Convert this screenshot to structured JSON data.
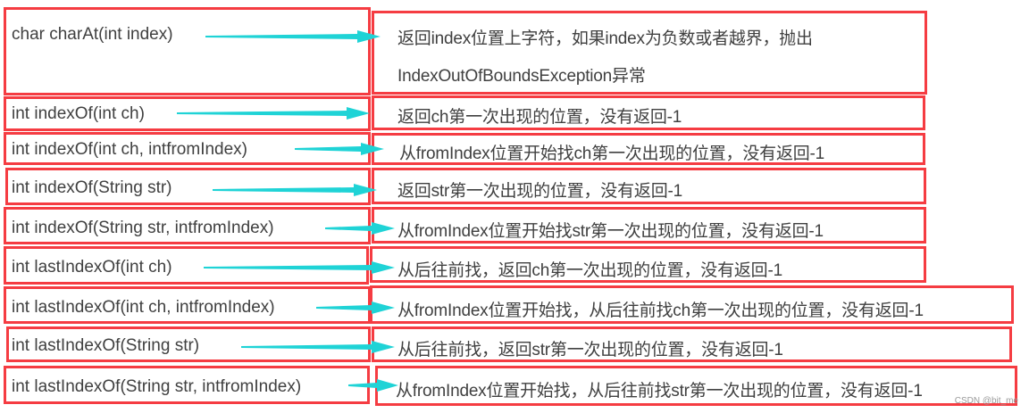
{
  "colors": {
    "box_border": "#f53c42",
    "arrow": "#1fd3d6",
    "text": "#404040"
  },
  "rows": [
    {
      "signature": "char charAt(int index)",
      "description_lines": [
        "返回index位置上字符，如果index为负数或者越界，抛出",
        "IndexOutOfBoundsException异常"
      ]
    },
    {
      "signature": "int indexOf(int ch)",
      "description_lines": [
        "返回ch第一次出现的位置，没有返回-1"
      ]
    },
    {
      "signature": "int indexOf(int ch, intfromIndex)",
      "description_lines": [
        "从fromIndex位置开始找ch第一次出现的位置，没有返回-1"
      ]
    },
    {
      "signature": "int indexOf(String str)",
      "description_lines": [
        "返回str第一次出现的位置，没有返回-1"
      ]
    },
    {
      "signature": "int indexOf(String str, intfromIndex)",
      "description_lines": [
        "从fromIndex位置开始找str第一次出现的位置，没有返回-1"
      ]
    },
    {
      "signature": "int lastIndexOf(int ch)",
      "description_lines": [
        "从后往前找，返回ch第一次出现的位置，没有返回-1"
      ]
    },
    {
      "signature": "int lastIndexOf(int ch, intfromIndex)",
      "description_lines": [
        "从fromIndex位置开始找，从后往前找ch第一次出现的位置，没有返回-1"
      ]
    },
    {
      "signature": "int lastIndexOf(String str)",
      "description_lines": [
        "从后往前找，返回str第一次出现的位置，没有返回-1"
      ]
    },
    {
      "signature": "int lastIndexOf(String str, intfromIndex)",
      "description_lines": [
        "从fromIndex位置开始找，从后往前找str第一次出现的位置，没有返回-1"
      ]
    }
  ],
  "watermark": "CSDN @bit_me"
}
